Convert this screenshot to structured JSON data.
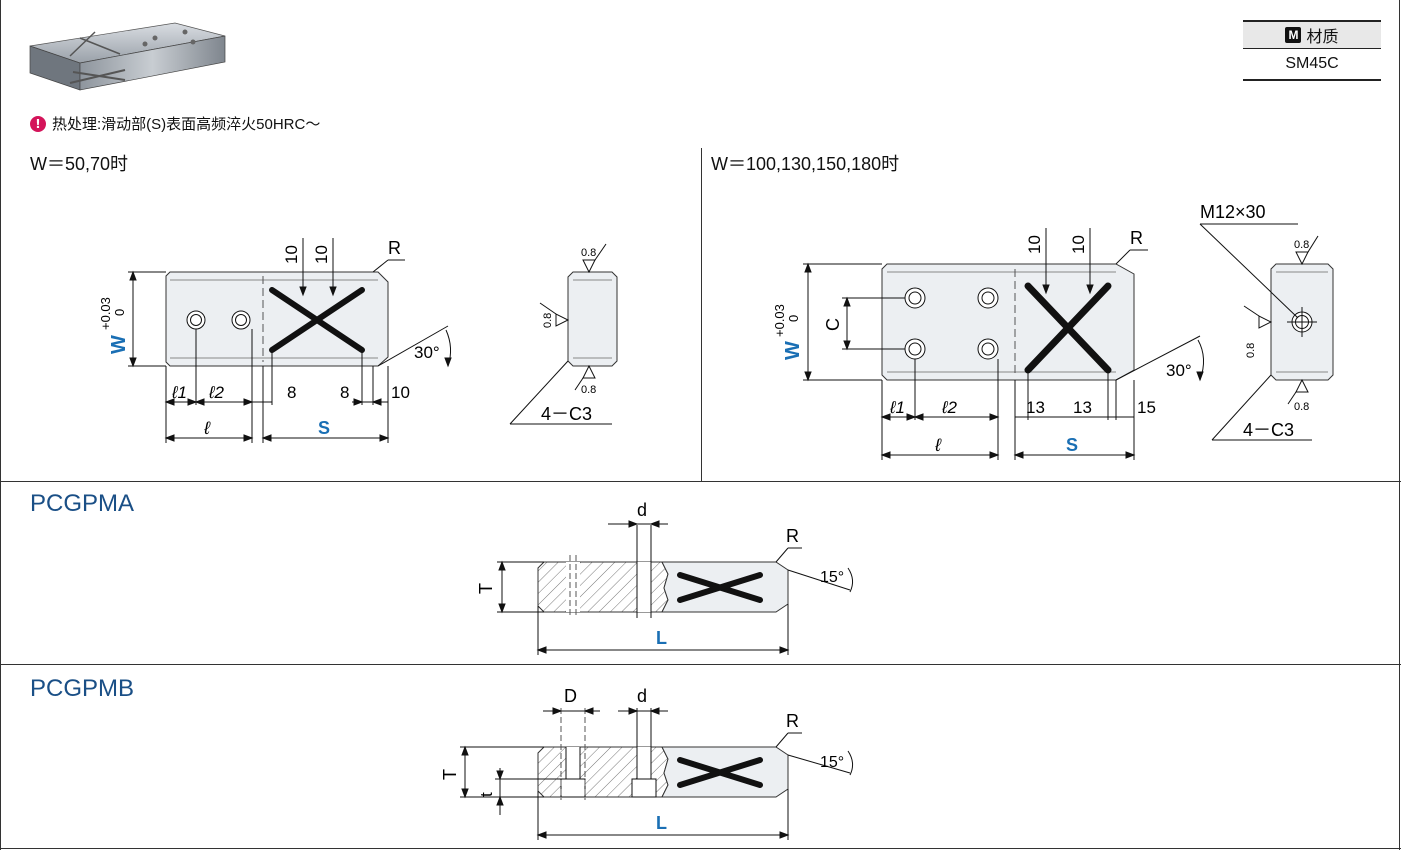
{
  "material": {
    "header_icon": "M",
    "header": "材质",
    "value": "SM45C"
  },
  "note": {
    "icon": "!",
    "text": "热处理:滑动部(S)表面高频淬火50HRC～"
  },
  "section_small": {
    "caption": "W＝50,70时",
    "labels": {
      "dim10a": "10",
      "dim10b": "10",
      "R": "R",
      "W": "W",
      "tol_plus": "+0.03",
      "tol_zero": "0",
      "angle": "30°",
      "l1": "ℓ1",
      "l2": "ℓ2",
      "d8a": "8",
      "d8b": "8",
      "d10": "10",
      "l": "ℓ",
      "S": "S",
      "rough_top": "0.8",
      "rough_left": "0.8",
      "rough_bottom": "0.8",
      "chamfer": "4－C3"
    }
  },
  "section_large": {
    "caption": "W＝100,130,150,180时",
    "labels": {
      "dim10a": "10",
      "dim10b": "10",
      "R": "R",
      "W": "W",
      "tol_plus": "+0.03",
      "tol_zero": "0",
      "C": "C",
      "angle": "30°",
      "l1": "ℓ1",
      "l2": "ℓ2",
      "d13a": "13",
      "d13b": "13",
      "d15": "15",
      "l": "ℓ",
      "S": "S",
      "screw": "M12×30",
      "rough_top": "0.8",
      "rough_left": "0.8",
      "rough_bottom": "0.8",
      "chamfer": "4－C3"
    }
  },
  "pcgpma": {
    "title": "PCGPMA",
    "labels": {
      "d": "d",
      "R": "R",
      "T": "T",
      "angle": "15°",
      "L": "L"
    }
  },
  "pcgpmb": {
    "title": "PCGPMB",
    "labels": {
      "D": "D",
      "d": "d",
      "R": "R",
      "T": "T",
      "t": "t",
      "angle": "15°",
      "L": "L"
    }
  },
  "colors": {
    "accent_blue": "#1a6fb4",
    "title_blue": "#1a4f86",
    "note_magenta": "#d4145a"
  }
}
